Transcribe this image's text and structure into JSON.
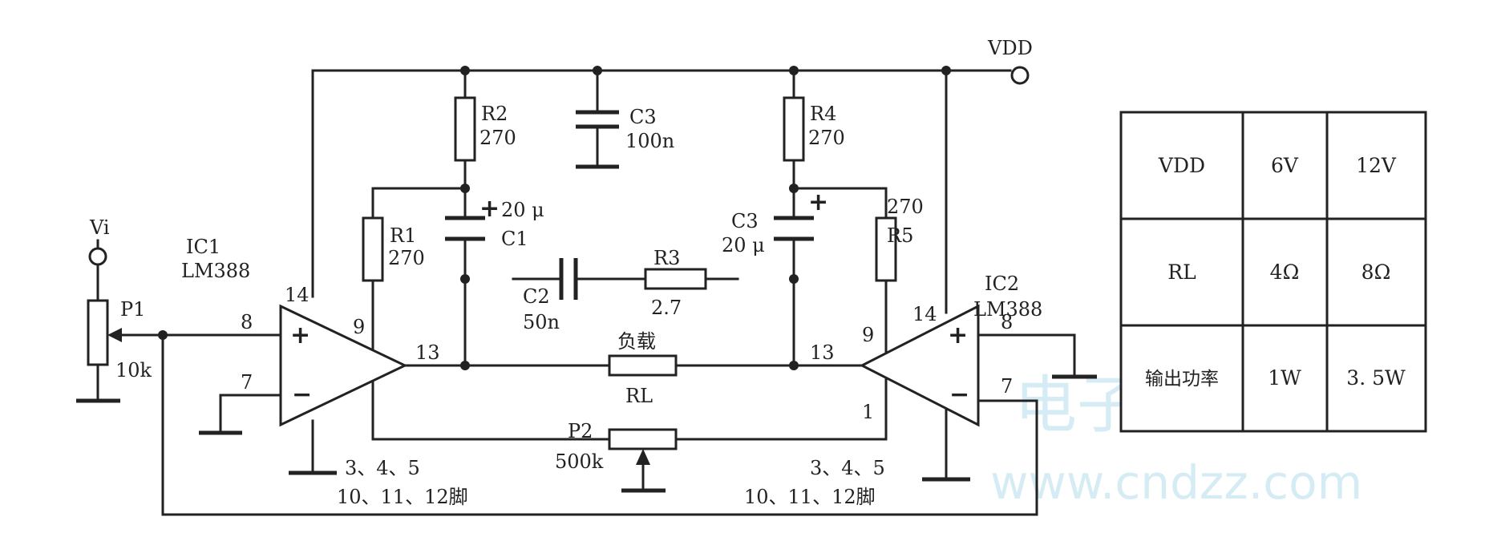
{
  "supply": {
    "label": "VDD"
  },
  "input": {
    "label": "Vi"
  },
  "ic1": {
    "name": "IC1",
    "part": "LM388",
    "pin_noninv": "8",
    "pin_inv": "7",
    "pin_vcc": "14",
    "pin_fb": "9",
    "pin_out": "13",
    "gnd_pins_1": "3、4、5",
    "gnd_pins_2": "10、11、12脚"
  },
  "ic2": {
    "name": "IC2",
    "part": "LM388",
    "pin_noninv": "8",
    "pin_inv": "7",
    "pin_vcc": "14",
    "pin_fb": "9",
    "pin_out": "13",
    "pin_1": "1",
    "gnd_pins_1": "3、4、5",
    "gnd_pins_2": "10、11、12脚"
  },
  "components": {
    "p1": {
      "name": "P1",
      "value": "10k"
    },
    "r1": {
      "name": "R1",
      "value": "270"
    },
    "r2": {
      "name": "R2",
      "value": "270"
    },
    "c1": {
      "name": "C1",
      "value": "20 μ"
    },
    "c3_decouple": {
      "name": "C3",
      "value": "100n"
    },
    "r4": {
      "name": "R4",
      "value": "270"
    },
    "c3_coupling": {
      "name": "C3",
      "value": "20 μ"
    },
    "r5": {
      "name": "R5",
      "value": "270"
    },
    "c2": {
      "name": "C2",
      "value": "50n"
    },
    "r3": {
      "name": "R3",
      "value": "2.7"
    },
    "load": {
      "name": "负载",
      "symbol": "RL"
    },
    "p2": {
      "name": "P2",
      "value": "500k"
    }
  },
  "table": {
    "rows": [
      [
        "VDD",
        "6V",
        "12V"
      ],
      [
        "RL",
        "4Ω",
        "8Ω"
      ],
      [
        "输出功率",
        "1W",
        "3. 5W"
      ]
    ]
  },
  "watermark": {
    "line1": "电子电路图站",
    "line2": "www.cndzz.com"
  },
  "colors": {
    "ink": "#222222",
    "watermark": "#d6ecf5"
  }
}
